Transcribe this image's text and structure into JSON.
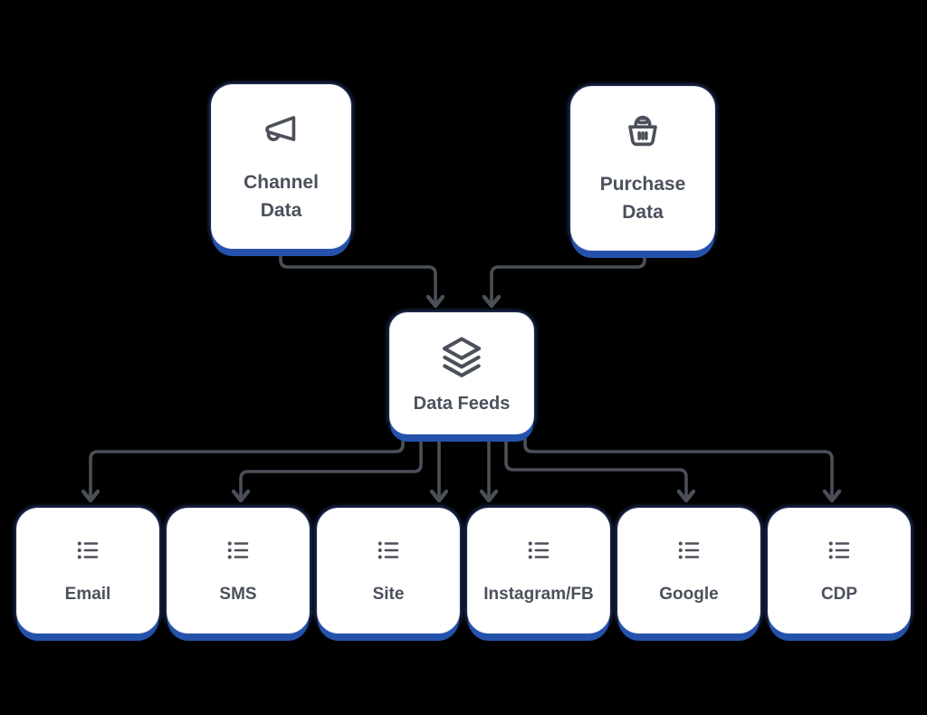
{
  "colors": {
    "background": "#000000",
    "node_fill": "#ffffff",
    "shadow_blue": "#2452ab",
    "line": "#4a4f58",
    "text": "#4b515c"
  },
  "diagram": {
    "sources": [
      {
        "label_line1": "Channel",
        "label_line2": "Data",
        "icon": "megaphone-icon"
      },
      {
        "label_line1": "Purchase",
        "label_line2": "Data",
        "icon": "basket-icon"
      }
    ],
    "hub": {
      "label": "Data Feeds",
      "icon": "layers-icon"
    },
    "destinations": [
      {
        "label": "Email",
        "icon": "list-icon"
      },
      {
        "label": "SMS",
        "icon": "list-icon"
      },
      {
        "label": "Site",
        "icon": "list-icon"
      },
      {
        "label": "Instagram/FB",
        "icon": "list-icon"
      },
      {
        "label": "Google",
        "icon": "list-icon"
      },
      {
        "label": "CDP",
        "icon": "list-icon"
      }
    ]
  }
}
